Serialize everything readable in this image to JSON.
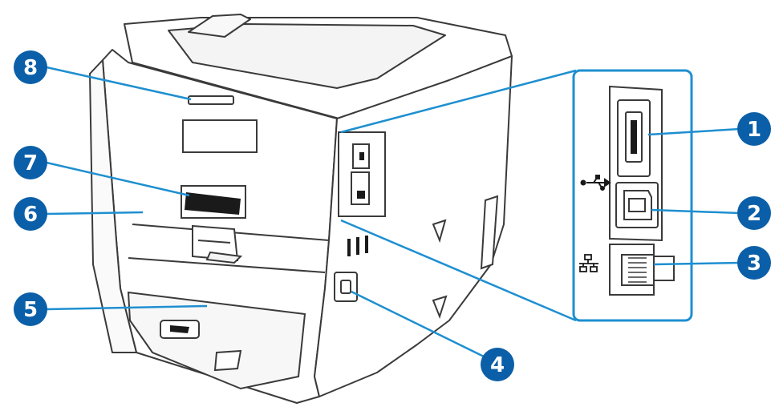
{
  "colors": {
    "callout_fill": "#0b5fa8",
    "callout_text": "#ffffff",
    "leader_line": "#1e8fd0",
    "outline": "#3a3a3a",
    "body_fill": "#ffffff"
  },
  "callouts": [
    {
      "label": "1",
      "icon": "usb-symbol-icon"
    },
    {
      "label": "2",
      "icon": null
    },
    {
      "label": "3",
      "icon": "network-symbol-icon"
    },
    {
      "label": "4",
      "icon": null
    },
    {
      "label": "5",
      "icon": null
    },
    {
      "label": "6",
      "icon": null
    },
    {
      "label": "7",
      "icon": null
    },
    {
      "label": "8",
      "icon": null
    }
  ],
  "symbols": {
    "usb": "•⇠",
    "network": "品"
  }
}
